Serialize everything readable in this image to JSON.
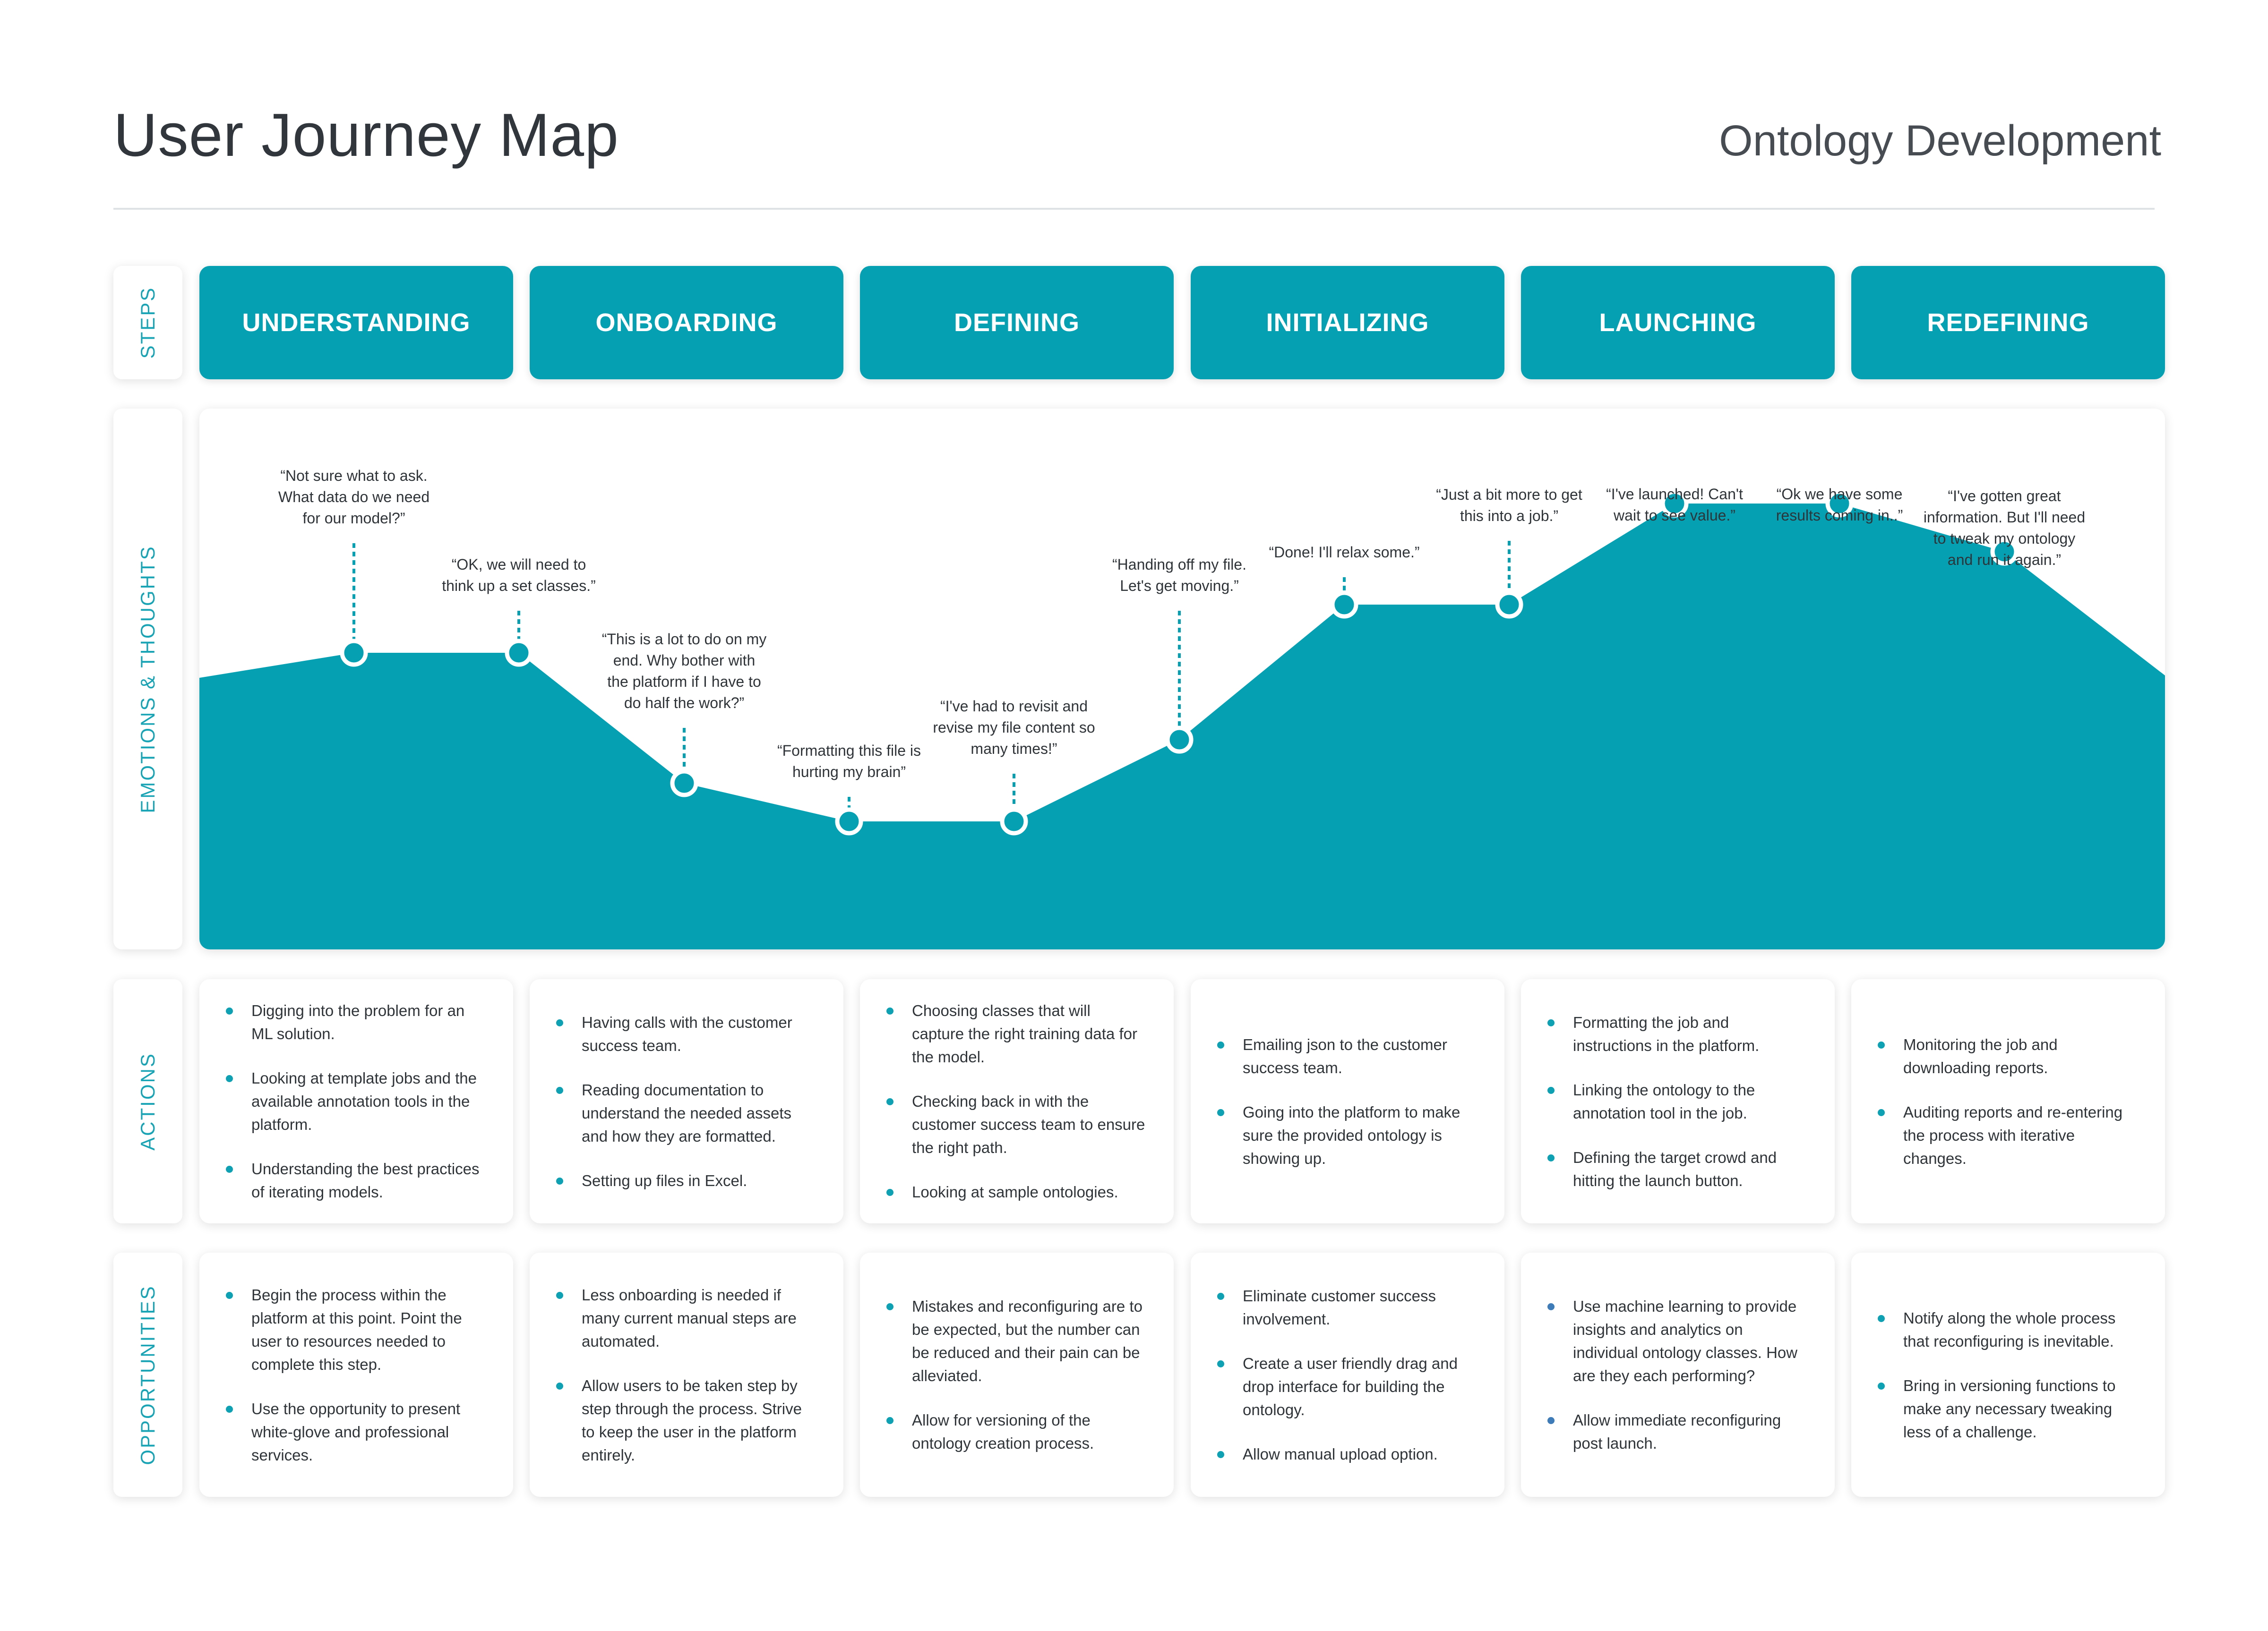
{
  "header": {
    "title": "User Journey Map",
    "subtitle": "Ontology Development"
  },
  "row_labels": {
    "steps": "STEPS",
    "emotions": "EMOTIONS & THOUGHTS",
    "actions": "ACTIONS",
    "opportunities": "OPPORTUNITIES"
  },
  "steps": [
    "UNDERSTANDING",
    "ONBOARDING",
    "DEFINING",
    "INITIALIZING",
    "LAUNCHING",
    "REDEFINING"
  ],
  "colors": {
    "accent": "#06a0b3",
    "text": "#2f3438",
    "label": "#18a4b4",
    "bullet_alt": "#3d7cb8"
  },
  "emotions": [
    {
      "quote": "“Not sure what to ask.\nWhat data do we need\nfor our model?”",
      "level": 0.53
    },
    {
      "quote": "“OK, we will need to\nthink up a set classes.”",
      "level": 0.53
    },
    {
      "quote": "“This is a lot to do on my\nend. Why bother with\nthe platform if I have to\ndo half the work?”",
      "level": 0.26
    },
    {
      "quote": "“Formatting this file is\nhurting my brain”",
      "level": 0.18
    },
    {
      "quote": "“I've had to revisit and\nrevise my file content so\nmany times!”",
      "level": 0.18
    },
    {
      "quote": "“Handing off my file.\nLet's get moving.”",
      "level": 0.35
    },
    {
      "quote": "“Done! I'll relax some.”",
      "level": 0.63
    },
    {
      "quote": "“Just a bit more to get\nthis into a job.”",
      "level": 0.63
    },
    {
      "quote": "“I've launched! Can't\nwait to see value.”",
      "level": 0.84
    },
    {
      "quote": "“Ok we have some\nresults coming in..”",
      "level": 0.84
    },
    {
      "quote": "“I've gotten great\ninformation. But I'll need\nto tweak my ontology\nand run it again.”",
      "level": 0.74
    }
  ],
  "actions": [
    [
      "Digging into the problem for an ML solution.",
      "Looking at template jobs and the available annotation tools in the platform.",
      "Understanding the best practices of iterating models."
    ],
    [
      "Having calls with the customer success team.",
      "Reading documentation to understand the needed assets and how they are formatted.",
      "Setting up files in Excel."
    ],
    [
      "Choosing classes that will capture the right training data for the model.",
      "Checking back in with the customer success team to ensure the right path.",
      "Looking at sample ontologies."
    ],
    [
      "Emailing json to the customer success team.",
      "Going into the platform to make sure the provided ontology is showing up."
    ],
    [
      "Formatting the job and instructions in the platform.",
      "Linking the ontology to the annotation tool in the job.",
      "Defining the target crowd and hitting the launch button."
    ],
    [
      "Monitoring the job and downloading reports.",
      "Auditing reports and re-entering the process with iterative changes."
    ]
  ],
  "opportunities": [
    [
      "Begin the process within the platform at this point. Point the user to resources needed to complete this step.",
      "Use the opportunity to present white-glove and professional services."
    ],
    [
      "Less onboarding is needed if many current manual steps are automated.",
      "Allow users to be taken step by step through the process. Strive to keep the user in the platform entirely."
    ],
    [
      "Mistakes and reconfiguring are to be expected, but the number can be reduced and their pain can be alleviated.",
      "Allow for versioning of the ontology creation process."
    ],
    [
      "Eliminate customer success involvement.",
      "Create a user friendly drag and drop interface for building the ontology.",
      "Allow manual upload option."
    ],
    [
      "Use machine learning to provide insights and analytics on individual ontology classes. How are they each performing?",
      "Allow immediate reconfiguring post launch."
    ],
    [
      "Notify along the whole process that reconfiguring is inevitable.",
      "Bring in versioning functions to make any necessary tweaking less of a challenge."
    ]
  ]
}
